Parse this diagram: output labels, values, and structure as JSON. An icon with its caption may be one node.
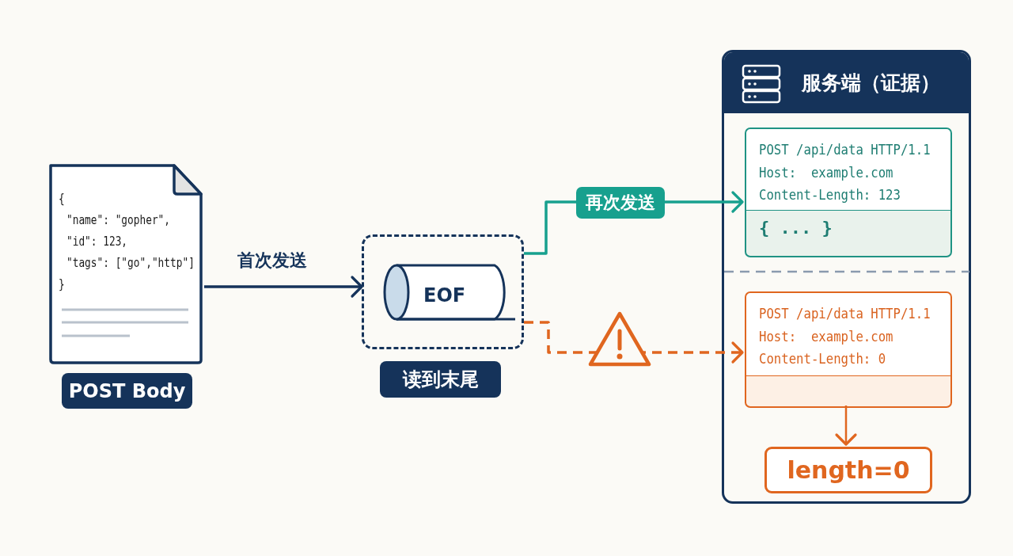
{
  "diagram": {
    "nodes": [
      {
        "text": [
          "{",
          "\"name\": \"gopher\",",
          "\"id\": 123,",
          "\"tags\": [\"go\",\"http\"]",
          "}"
        ],
        "beside": [
          "POST Body"
        ]
      },
      {
        "text": [],
        "shape": "box",
        "beside": [
          "读到末尾"
        ]
      },
      {
        "text": [
          "EOF"
        ],
        "in": 1
      },
      {
        "text": [
          "服务端（证据）"
        ]
      },
      {
        "text": [
          "POST /api/data HTTP/1.1",
          "Host:  example.com",
          "Content-Length: 123",
          "{ ... }"
        ],
        "in": 3
      },
      {
        "text": [
          "POST /api/data HTTP/1.1",
          "Host:  example.com",
          "Content-Length: 0"
        ],
        "in": 3
      },
      {
        "text": [
          "length=0"
        ],
        "in": 3
      }
    ],
    "edges": [
      {
        "from": 0,
        "to": 1,
        "arrow": "to",
        "label": "首次发送",
        "color": "#15335a"
      },
      {
        "from": 1,
        "to": 4,
        "arrow": "to",
        "label": "再次发送",
        "color": "#17a08e"
      },
      {
        "from": 1,
        "to": 5,
        "arrow": "to",
        "style": "dashed",
        "color": "#e0661f"
      },
      {
        "from": 5,
        "to": 6,
        "arrow": "to",
        "color": "#e0661f"
      }
    ]
  }
}
